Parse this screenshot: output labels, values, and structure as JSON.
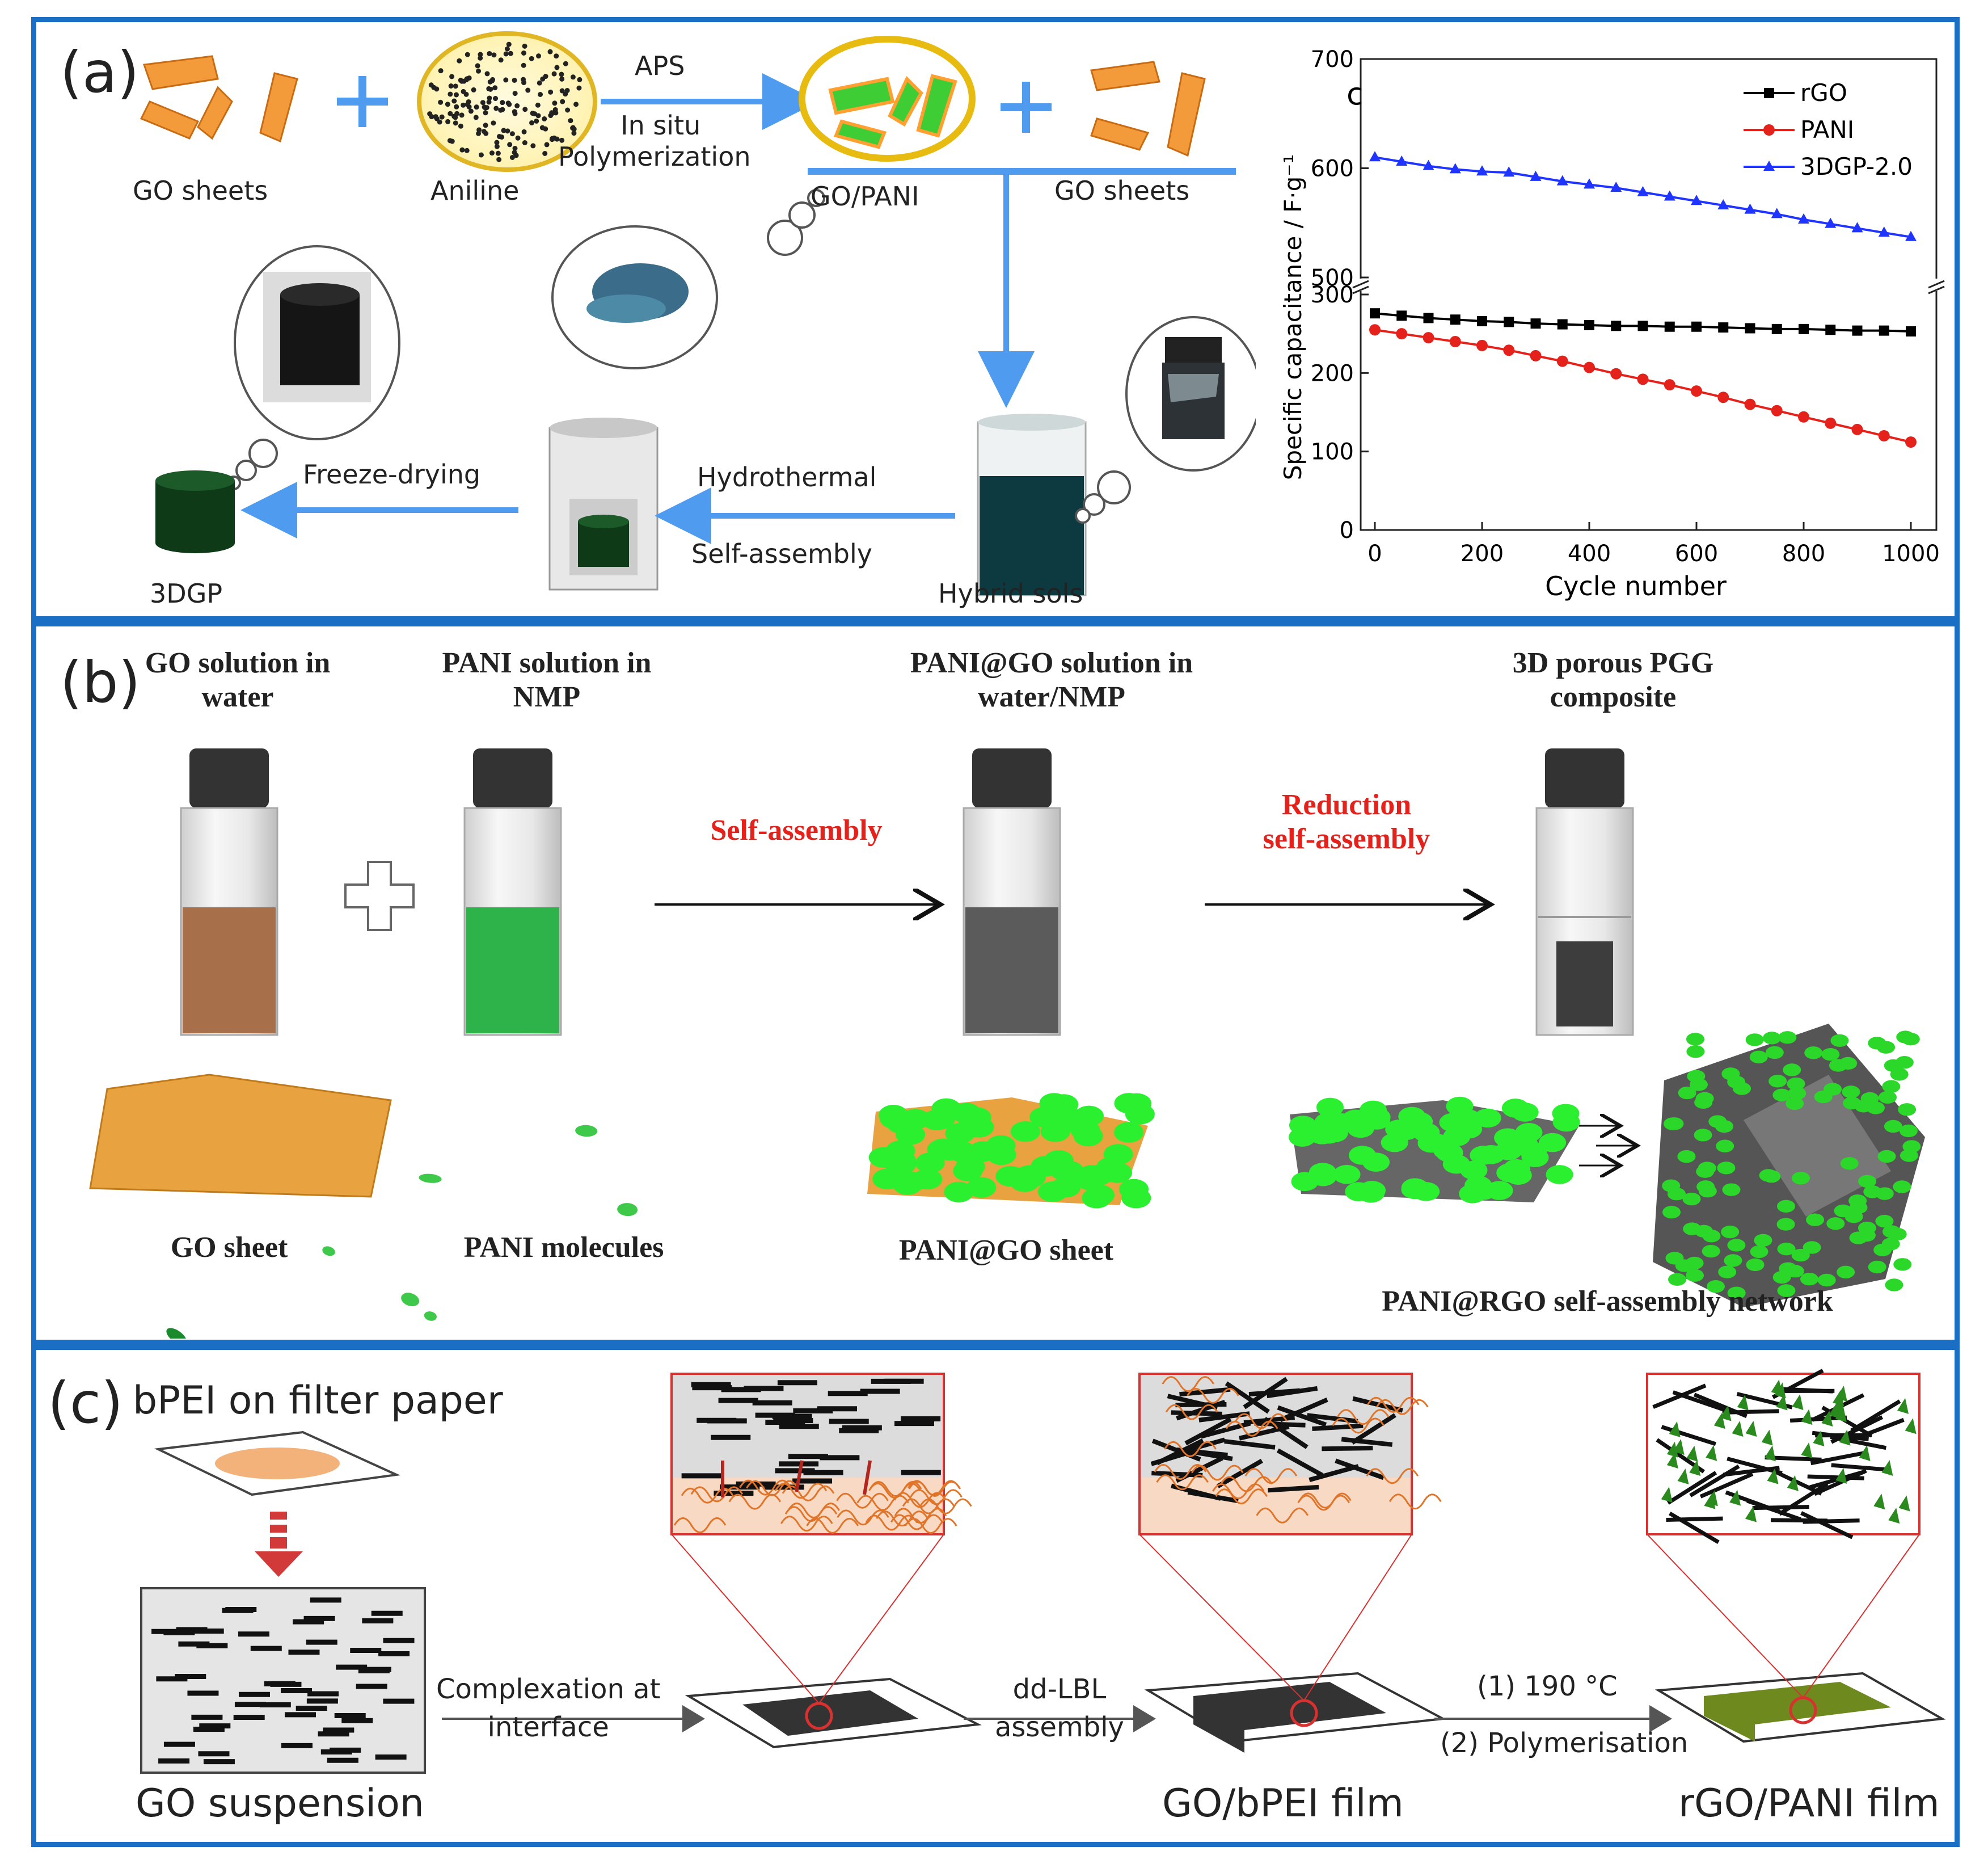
{
  "panel_a": {
    "label": "(a)",
    "go_sheets_1": "GO  sheets",
    "aniline": "Aniline",
    "aps": "APS",
    "in_situ": "In situ",
    "polymerization": "Polymerization",
    "go_pani": "GO/PANI",
    "go_sheets_2": "GO sheets",
    "freeze_drying": "Freeze-drying",
    "hydrothermal": "Hydrothermal",
    "self_assembly": "Self-assembly",
    "dgp": "3DGP",
    "hybrid_sols": "Hybrid sols"
  },
  "chart_data": {
    "type": "line",
    "panel_letter": "c",
    "xlabel": "Cycle number",
    "ylabel": "Specific capacitance / F·g⁻¹",
    "xlim": [
      0,
      1000
    ],
    "x_ticks": [
      "0",
      "200",
      "400",
      "600",
      "800",
      "1000"
    ],
    "y_ticks_lower": [
      "0",
      "100",
      "200",
      "300"
    ],
    "y_ticks_upper": [
      "500",
      "600",
      "700"
    ],
    "ylim_lower": [
      0,
      300
    ],
    "ylim_upper": [
      500,
      700
    ],
    "legend_position": "top-right",
    "x": [
      0,
      50,
      100,
      150,
      200,
      250,
      300,
      350,
      400,
      450,
      500,
      550,
      600,
      650,
      700,
      750,
      800,
      850,
      900,
      950,
      1000
    ],
    "series": [
      {
        "name": "rGO",
        "color": "#000000",
        "marker": "square",
        "values": [
          276,
          273,
          270,
          268,
          266,
          265,
          263,
          262,
          261,
          260,
          260,
          259,
          259,
          258,
          257,
          256,
          256,
          255,
          254,
          254,
          253
        ]
      },
      {
        "name": "PANI",
        "color": "#e4221b",
        "marker": "circle",
        "values": [
          255,
          250,
          245,
          240,
          235,
          229,
          222,
          215,
          207,
          199,
          192,
          185,
          177,
          169,
          160,
          152,
          144,
          136,
          128,
          120,
          112
        ]
      },
      {
        "name": "3DGP-2.0",
        "color": "#1f35ff",
        "marker": "triangle",
        "values": [
          610,
          606,
          602,
          599,
          597,
          596,
          592,
          588,
          585,
          582,
          578,
          574,
          570,
          566,
          562,
          558,
          553,
          549,
          545,
          541,
          537
        ]
      }
    ]
  },
  "panel_b": {
    "label": "(b)",
    "go_solution": "GO solution in\nwater",
    "pani_solution": "PANI solution in\nNMP",
    "pani_go_solution": "PANI@GO solution in\nwater/NMP",
    "porous_pgg": "3D porous PGG\ncomposite",
    "self_assembly": "Self-assembly",
    "reduction_self_assembly": "Reduction\nself-assembly",
    "go_sheet": "GO sheet",
    "pani_molecules": "PANI molecules",
    "pani_go_sheet": "PANI@GO sheet",
    "network": "PANI@RGO self-assembly network"
  },
  "panel_c": {
    "label": "(c)",
    "bpei": "bPEI on filter paper",
    "complexation": "Complexation at\ninterface",
    "dd_lbl": "dd-LBL\nassembly",
    "step1": "(1) 190 °C",
    "step2": "(2) Polymerisation",
    "go_suspension": "GO suspension",
    "go_bpei_film": "GO/bPEI film",
    "rgo_pani_film": "rGO/PANI film"
  },
  "colors": {
    "panel_border": "#1a6fc4",
    "arrow_blue": "#4f9bf0",
    "go_orange": "#f39a3a",
    "pani_green": "#22e038",
    "red_text": "#e4221b"
  }
}
